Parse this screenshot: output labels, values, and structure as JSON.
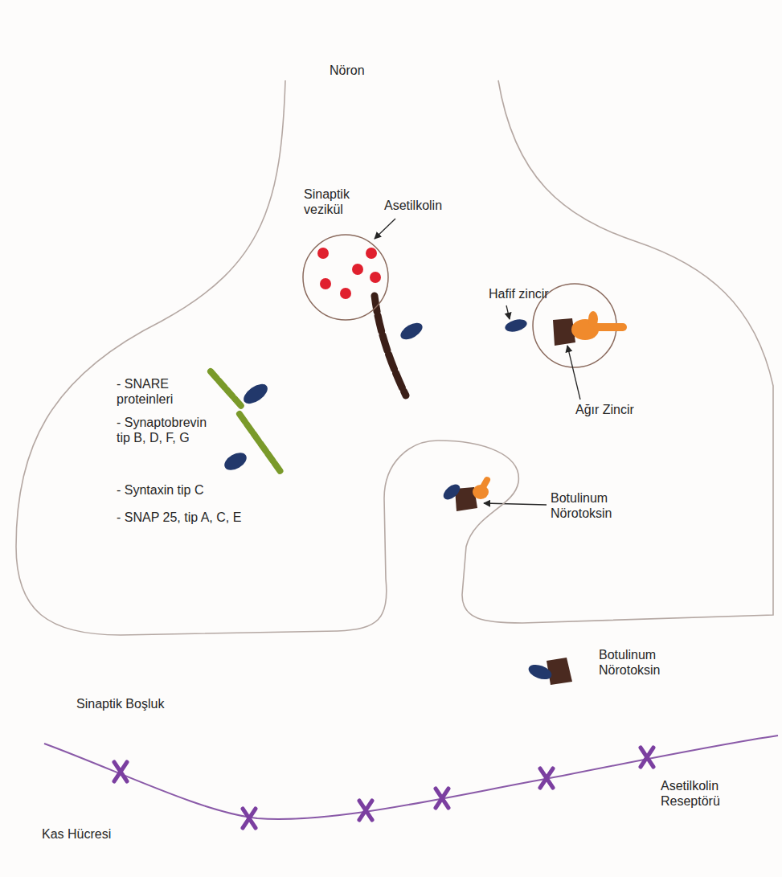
{
  "diagram": {
    "nodes": [
      {
        "text": [
          "Nöron"
        ]
      },
      {
        "text": [
          "Sinaptik vezikül"
        ],
        "in": 0
      }
    ],
    "labels": [
      "Asetilkolin",
      "Hafif zincir",
      "Ağır Zincir",
      "- SNARE proteinleri",
      "- Synaptobrevin tip B, D, F, G",
      "- Syntaxin tip C",
      "- SNAP 25, tip A, C, E",
      "Botulinum Nörotoksin",
      "Botulinum Nörotoksin",
      "Sinaptik Boşluk",
      "Kas Hücresi",
      "Asetilkolin Reseptörü"
    ]
  }
}
